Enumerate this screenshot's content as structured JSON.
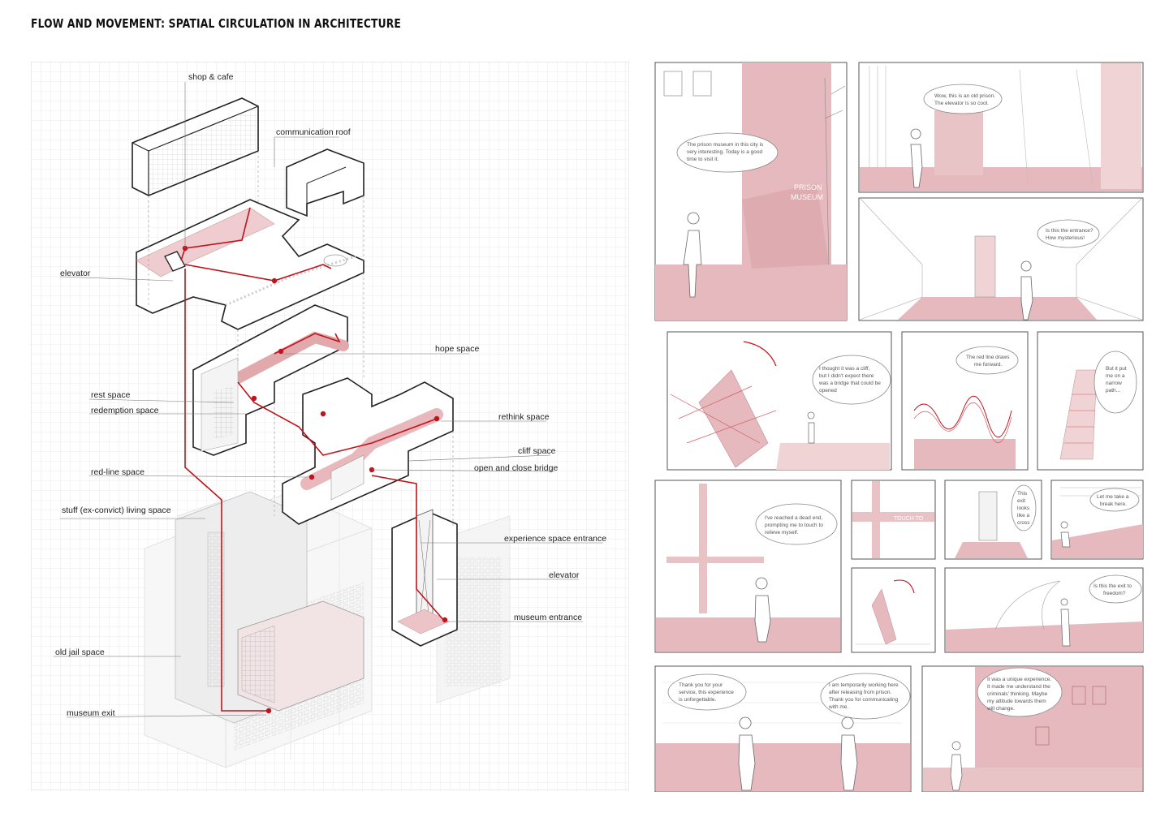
{
  "title": "FLOW AND MOVEMENT: SPATIAL CIRCULATION IN ARCHITECTURE",
  "colors": {
    "accent_red": "#c0141c",
    "pink_fill": "#e8bfc2",
    "pink_light": "#f3dfe0",
    "grid": "#dcdcdc",
    "line": "#222222"
  },
  "labels": {
    "shop_cafe": "shop & cafe",
    "communication_roof": "communication roof",
    "elevator_top": "elevator",
    "hope_space": "hope space",
    "rest_space": "rest space",
    "redemption_space": "redemption space",
    "rethink_space": "rethink space",
    "cliff_space": "cliff space",
    "open_close_bridge": "open and close bridge",
    "red_line_space": "red-line space",
    "stuff_living_space": "stuff (ex-convict) living space",
    "experience_entrance": "experience space entrance",
    "elevator_bottom": "elevator",
    "museum_entrance": "museum entrance",
    "old_jail_space": "old jail space",
    "museum_exit": "museum exit"
  },
  "comics": {
    "p1_bubble_1": "The prison museum in this city is",
    "p1_bubble_2": "very interesting. Today is a good",
    "p1_bubble_3": "time to visit it.",
    "p1_sign_1": "PRISON",
    "p1_sign_2": "MUSEUM",
    "p2_bubble_1": "Wow, this is an old prison.",
    "p2_bubble_2": "The elevator is so cool.",
    "p3_bubble_1": "Is this the entrance?",
    "p3_bubble_2": "How mysterious!",
    "p4_bubble_1": "I thought it was a cliff,",
    "p4_bubble_2": "but I didn't expect there",
    "p4_bubble_3": "was a bridge that could be",
    "p4_bubble_4": "opened",
    "p5_bubble_1": "The red line draws",
    "p5_bubble_2": "me forward.",
    "p6_bubble_1": "But it put",
    "p6_bubble_2": "me on a",
    "p6_bubble_3": "narrow",
    "p6_bubble_4": "path...",
    "p7_bubble_1": "I've reached a dead end,",
    "p7_bubble_2": "prompting me to touch to",
    "p7_bubble_3": "relieve myself.",
    "p8_sign": "TOUCH TO",
    "p9_bubble_1": "This",
    "p9_bubble_2": "exit",
    "p9_bubble_3": "looks",
    "p9_bubble_4": "like a",
    "p9_bubble_5": "cross",
    "p10_bubble_1": "Let me take a",
    "p10_bubble_2": "break here.",
    "p12_bubble_1": "Is this the exit to",
    "p12_bubble_2": "freedom?",
    "p13_bubble_1": "Thank you for your",
    "p13_bubble_2": "service, this experience",
    "p13_bubble_3": "is unforgettable.",
    "p13_bubble_4": "I am temporarily working here",
    "p13_bubble_5": "after releasing from prison.",
    "p13_bubble_6": "Thank you for communicating",
    "p13_bubble_7": "with me.",
    "p14_bubble_1": "It was a unique experience.",
    "p14_bubble_2": "It made me understand the",
    "p14_bubble_3": "criminals' thinking. Maybe",
    "p14_bubble_4": "my attitude towards them",
    "p14_bubble_5": "will change."
  }
}
